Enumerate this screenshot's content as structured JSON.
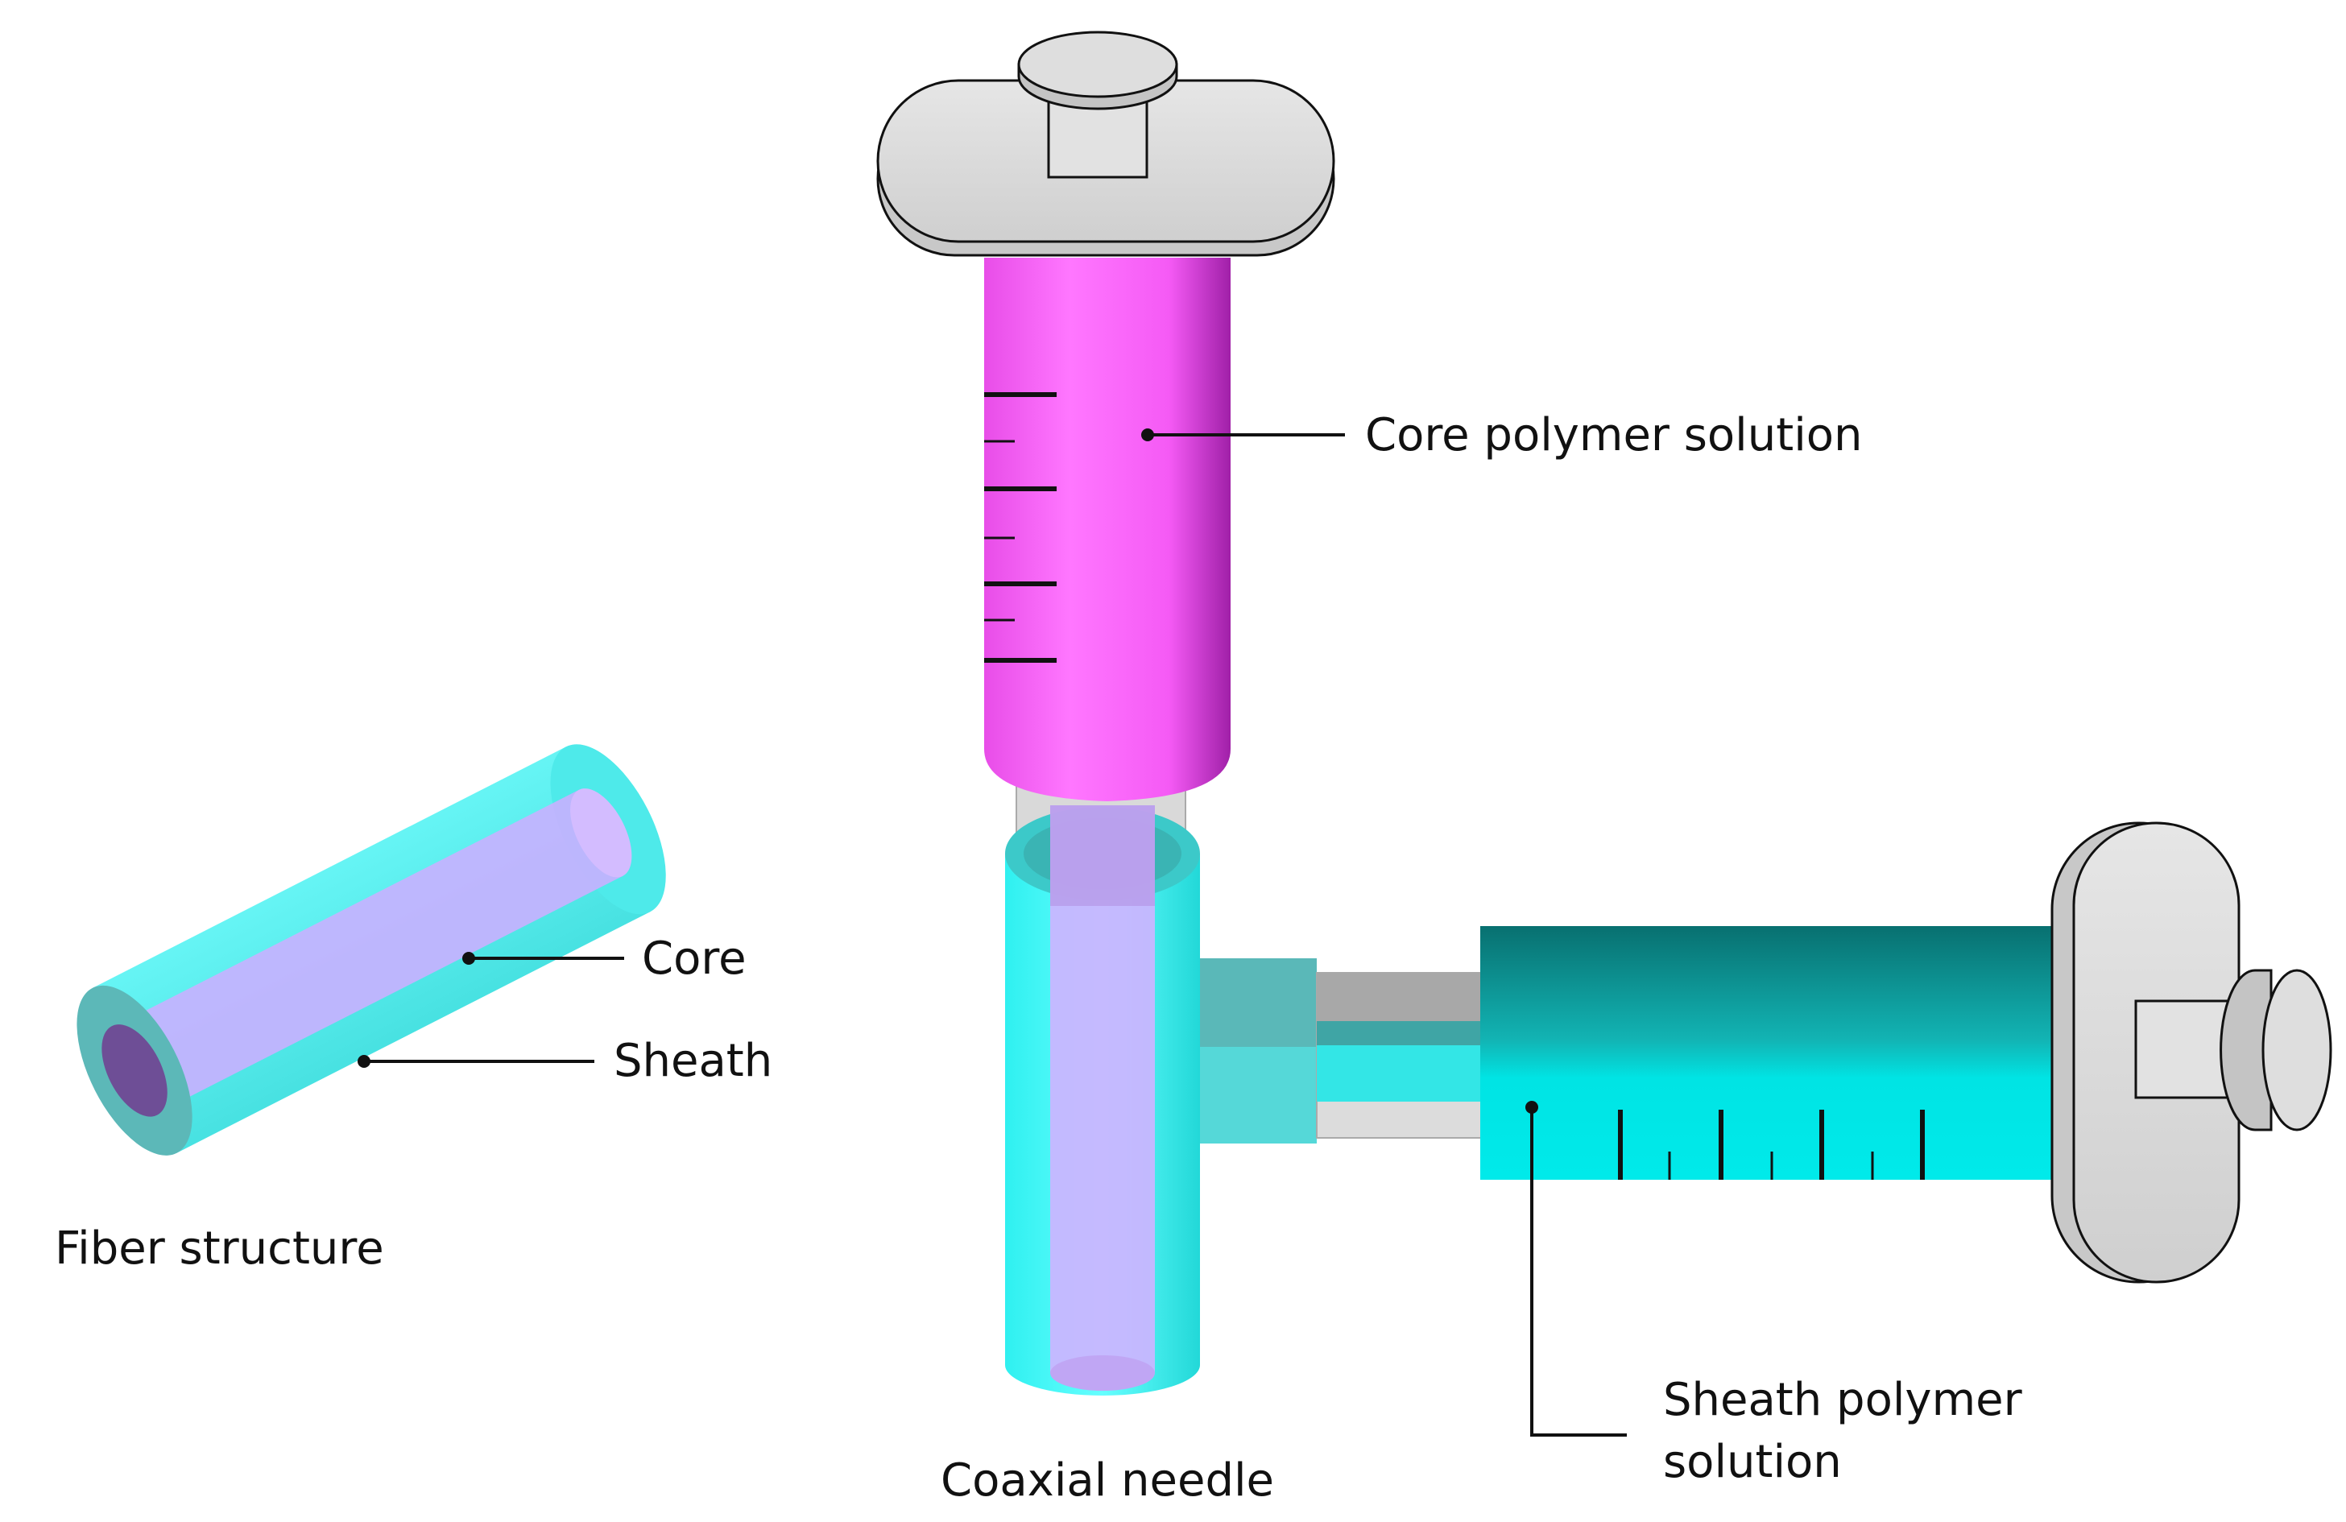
{
  "labels": {
    "core_polymer_solution": "Core polymer solution",
    "core": "Core",
    "sheath": "Sheath",
    "fiber_structure": "Fiber structure",
    "coaxial_needle": "Coaxial needle",
    "sheath_polymer_solution_line1": "Sheath polymer",
    "sheath_polymer_solution_line2": "solution"
  },
  "colors": {
    "core_magenta": "#ff66ff",
    "sheath_cyan": "#33ffff",
    "sheath_teal": "#0a7f7f",
    "core_lavender": "#cdb4ff",
    "plunger_gray": "#dedede",
    "outline": "#111111"
  }
}
